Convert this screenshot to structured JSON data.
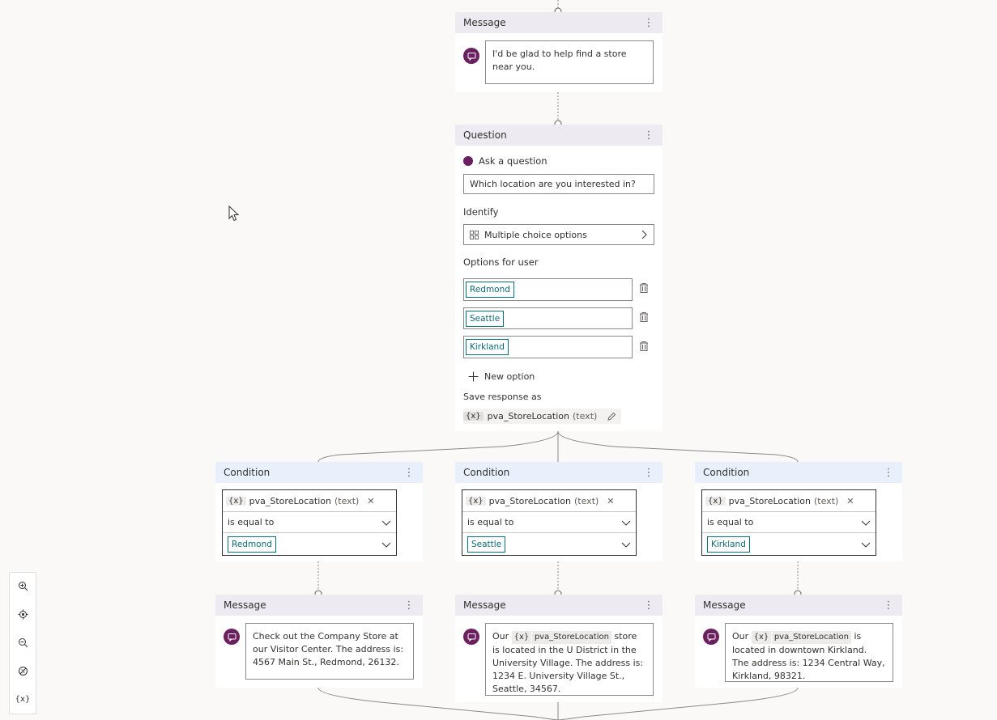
{
  "nodes": {
    "message_top": {
      "title": "Message",
      "text": "I'd be glad to help find a store near you."
    },
    "question": {
      "title": "Question",
      "ask_label": "Ask a question",
      "question_text": "Which location are you interested in?",
      "identify_label": "Identify",
      "identify_value": "Multiple choice options",
      "options_label": "Options for user",
      "options": [
        "Redmond",
        "Seattle",
        "Kirkland"
      ],
      "new_option_label": "New option",
      "save_label": "Save response as",
      "var_icon": "{x}",
      "var_name": "pva_StoreLocation",
      "var_type": "(text)"
    },
    "conditions": [
      {
        "title": "Condition",
        "var_icon": "{x}",
        "var_name": "pva_StoreLocation",
        "var_type": "(text)",
        "operator": "is equal to",
        "value": "Redmond"
      },
      {
        "title": "Condition",
        "var_icon": "{x}",
        "var_name": "pva_StoreLocation",
        "var_type": "(text)",
        "operator": "is equal to",
        "value": "Seattle"
      },
      {
        "title": "Condition",
        "var_icon": "{x}",
        "var_name": "pva_StoreLocation",
        "var_type": "(text)",
        "operator": "is equal to",
        "value": "Kirkland"
      }
    ],
    "messages": [
      {
        "title": "Message",
        "text": "Check out the Company Store at our Visitor Center. The address is: 4567 Main St., Redmond, 26132."
      },
      {
        "title": "Message",
        "pre": "Our",
        "var_icon": "{x}",
        "var_name": "pva_StoreLocation",
        "post": "store is located in the U District in the University Village. The address is: 1234 E. University Village St., Seattle, 34567."
      },
      {
        "title": "Message",
        "pre": "Our",
        "var_icon": "{x}",
        "var_name": "pva_StoreLocation",
        "post": "is located in downtown Kirkland. The address is: 1234 Central Way, Kirkland, 98321."
      }
    ]
  },
  "toolbar": {
    "variables_label": "{x}",
    "icons": [
      "zoom-in-icon",
      "recenter-icon",
      "zoom-out-icon",
      "minimap-icon",
      "variables-icon"
    ]
  },
  "colors": {
    "accent": "#6b1f5f",
    "tag_border": "#00727e",
    "message_header": "#eeeaf1",
    "condition_header": "#e8f1fb"
  }
}
